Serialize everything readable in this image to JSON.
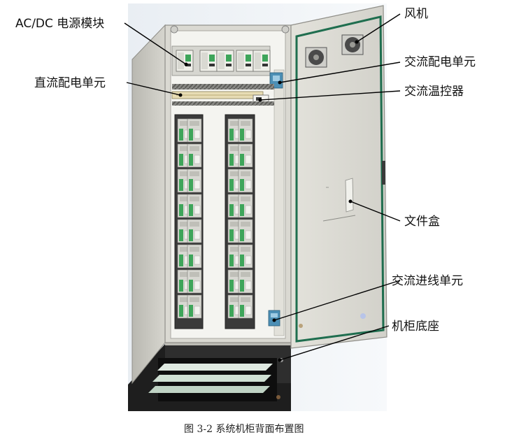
{
  "labels": {
    "acdc_module": "AC/DC 电源模块",
    "dc_distribution": "直流配电单元",
    "fan": "风机",
    "ac_distribution": "交流配电单元",
    "ac_thermostat": "交流温控器",
    "file_box": "文件盒",
    "ac_inlet": "交流进线单元",
    "cabinet_base": "机柜底座"
  },
  "caption": "图 3-2 系统机柜背面布置图",
  "colors": {
    "cabinet": "#e7e6df",
    "frame": "#c9c8c0",
    "door_seal": "#1f6e4f",
    "module_green": "#3ea55a",
    "base": "#2b2b2b",
    "leader": "#000000"
  }
}
